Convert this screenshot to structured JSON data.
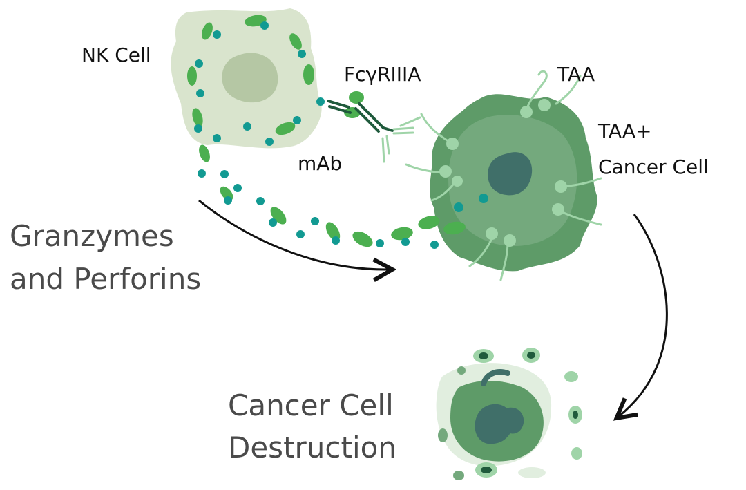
{
  "labels": {
    "nk_cell": "NK Cell",
    "fc_receptor": "FcγRIIIA",
    "antibody": "mAb",
    "antigen": "TAA",
    "cancer_cell_line1": "TAA+",
    "cancer_cell_line2": "Cancer Cell",
    "granzymes_line1": "Granzymes",
    "granzymes_line2": "and Perforins",
    "destruction_line1": "Cancer Cell",
    "destruction_line2": "Destruction"
  },
  "colors": {
    "nk_cell_body": "#d9e4cd",
    "nk_nucleus": "#b5c7a4",
    "granule_green": "#4caf50",
    "granule_teal": "#129a92",
    "cancer_outer": "#5e9b68",
    "cancer_inner": "#74a97d",
    "cancer_nucleus": "#406f69",
    "antibody_dark": "#1f5a3c",
    "antigen_light": "#9fd4a8",
    "arrow": "#111111"
  }
}
